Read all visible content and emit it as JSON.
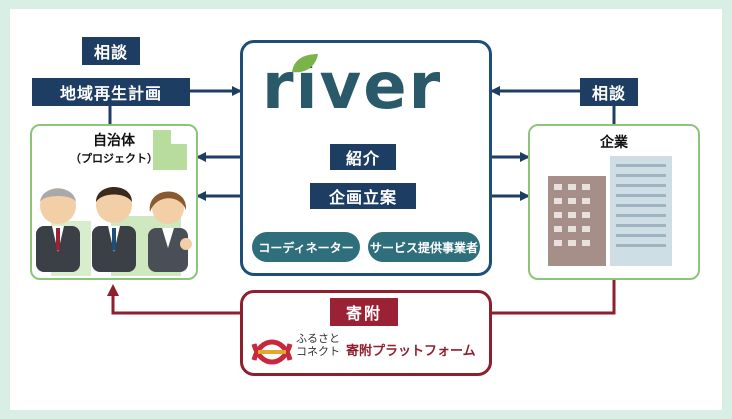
{
  "left_labels": {
    "consult": "相談",
    "plan": "地域再生計画"
  },
  "right_labels": {
    "consult": "相談"
  },
  "center": {
    "logo": "river",
    "intro": "紹介",
    "planning": "企画立案",
    "pill_coordinator": "コーディネーター",
    "pill_service": "サービス提供事業者"
  },
  "municipality": {
    "title": "自治体",
    "subtitle": "（プロジェクト）"
  },
  "company": {
    "title": "企業"
  },
  "donation": {
    "label": "寄附",
    "mark_line1": "ふるさと",
    "mark_line2": "コネクト",
    "platform": "寄附プラットフォーム"
  },
  "colors": {
    "navy": "#1e3d63",
    "river_blue": "#1e4f78",
    "donation_red": "#8e1f2e",
    "teal": "#2f6f7c",
    "green": "#8cc47a"
  }
}
